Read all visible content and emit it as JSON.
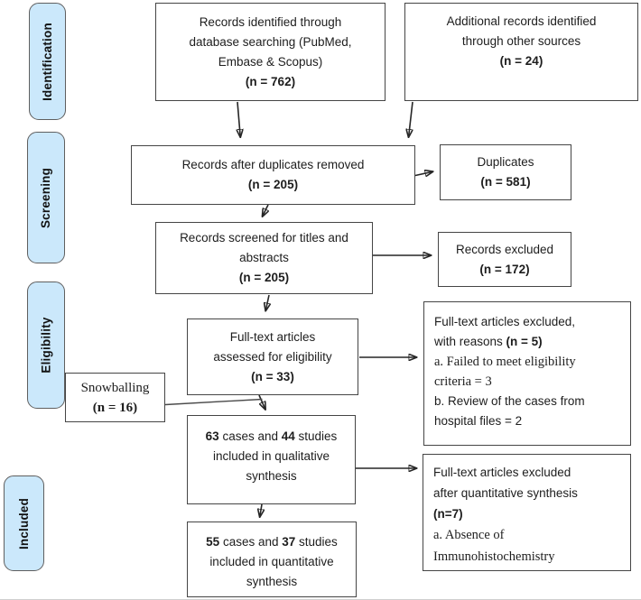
{
  "colors": {
    "background": "#ffffff",
    "sidebar_fill": "#cbe8fb",
    "sidebar_border": "#5f5f5f",
    "box_border": "#454545",
    "arrow": "#262626",
    "text": "#1d1d1d"
  },
  "sidebar": {
    "items": [
      {
        "id": "identification",
        "label": "Identification"
      },
      {
        "id": "screening",
        "label": "Screening"
      },
      {
        "id": "eligibility",
        "label": "Eligibility"
      },
      {
        "id": "included",
        "label": "Included"
      }
    ]
  },
  "boxes": {
    "records_identified": {
      "lines": [
        [
          {
            "t": "Records identified through"
          }
        ],
        [
          {
            "t": "database searching (PubMed,"
          }
        ],
        [
          {
            "t": "Embase & Scopus)"
          }
        ],
        [
          {
            "t": "(n = 762)",
            "b": true
          }
        ]
      ]
    },
    "additional_records": {
      "lines": [
        [
          {
            "t": "Additional records identified"
          }
        ],
        [
          {
            "t": "through other sources"
          }
        ],
        [
          {
            "t": "(n = 24)",
            "b": true
          }
        ]
      ]
    },
    "duplicates_removed": {
      "lines": [
        [
          {
            "t": "Records after duplicates removed"
          }
        ],
        [
          {
            "t": "(n = 205)",
            "b": true
          }
        ]
      ]
    },
    "duplicates": {
      "lines": [
        [
          {
            "t": "Duplicates"
          }
        ],
        [
          {
            "t": "(n = 581)",
            "b": true
          }
        ]
      ]
    },
    "records_screened": {
      "lines": [
        [
          {
            "t": "Records screened for titles and"
          }
        ],
        [
          {
            "t": "abstracts"
          }
        ],
        [
          {
            "t": "(n = 205)",
            "b": true
          }
        ]
      ]
    },
    "records_excluded": {
      "lines": [
        [
          {
            "t": "Records excluded"
          }
        ],
        [
          {
            "t": "(n = 172)",
            "b": true
          }
        ]
      ]
    },
    "fulltext_assessed": {
      "lines": [
        [
          {
            "t": "Full-text articles"
          }
        ],
        [
          {
            "t": "assessed for eligibility"
          }
        ],
        [
          {
            "t": "(n = 33)",
            "b": true
          }
        ]
      ]
    },
    "snowballing": {
      "lines": [
        [
          {
            "t": "Snowballing"
          }
        ],
        [
          {
            "t": "(n = 16)",
            "b": true
          }
        ]
      ]
    },
    "fulltext_excluded_reasons": {
      "lines": [
        [
          {
            "t": "Full-text articles excluded,"
          }
        ],
        [
          {
            "t": "with reasons "
          },
          {
            "t": "(n = 5)",
            "b": true
          }
        ],
        [
          {
            "t": "a. Failed to meet eligibility",
            "f": "serif"
          }
        ],
        [
          {
            "t": "criteria = 3",
            "f": "serif"
          }
        ],
        [
          {
            "t": "b. Review of the cases from"
          }
        ],
        [
          {
            "t": "hospital files = 2"
          }
        ]
      ]
    },
    "qualitative_synthesis": {
      "lines": [
        [
          {
            "t": "63",
            "b": true
          },
          {
            "t": " cases and "
          },
          {
            "t": "44",
            "b": true
          },
          {
            "t": " studies"
          }
        ],
        [
          {
            "t": "included in qualitative"
          }
        ],
        [
          {
            "t": "synthesis"
          }
        ]
      ]
    },
    "fulltext_excluded_quantitative": {
      "lines": [
        [
          {
            "t": "Full-text articles excluded"
          }
        ],
        [
          {
            "t": "after quantitative synthesis"
          }
        ],
        [
          {
            "t": "(n=7)",
            "b": true
          }
        ],
        [
          {
            "t": "a. Absence of",
            "f": "serif"
          }
        ],
        [
          {
            "t": "Immunohistochemistry",
            "f": "serif"
          }
        ]
      ]
    },
    "quantitative_synthesis": {
      "lines": [
        [
          {
            "t": "55",
            "b": true
          },
          {
            "t": " cases and "
          },
          {
            "t": "37",
            "b": true
          },
          {
            "t": " studies"
          }
        ],
        [
          {
            "t": "included in quantitative"
          }
        ],
        [
          {
            "t": "synthesis"
          }
        ]
      ]
    }
  }
}
